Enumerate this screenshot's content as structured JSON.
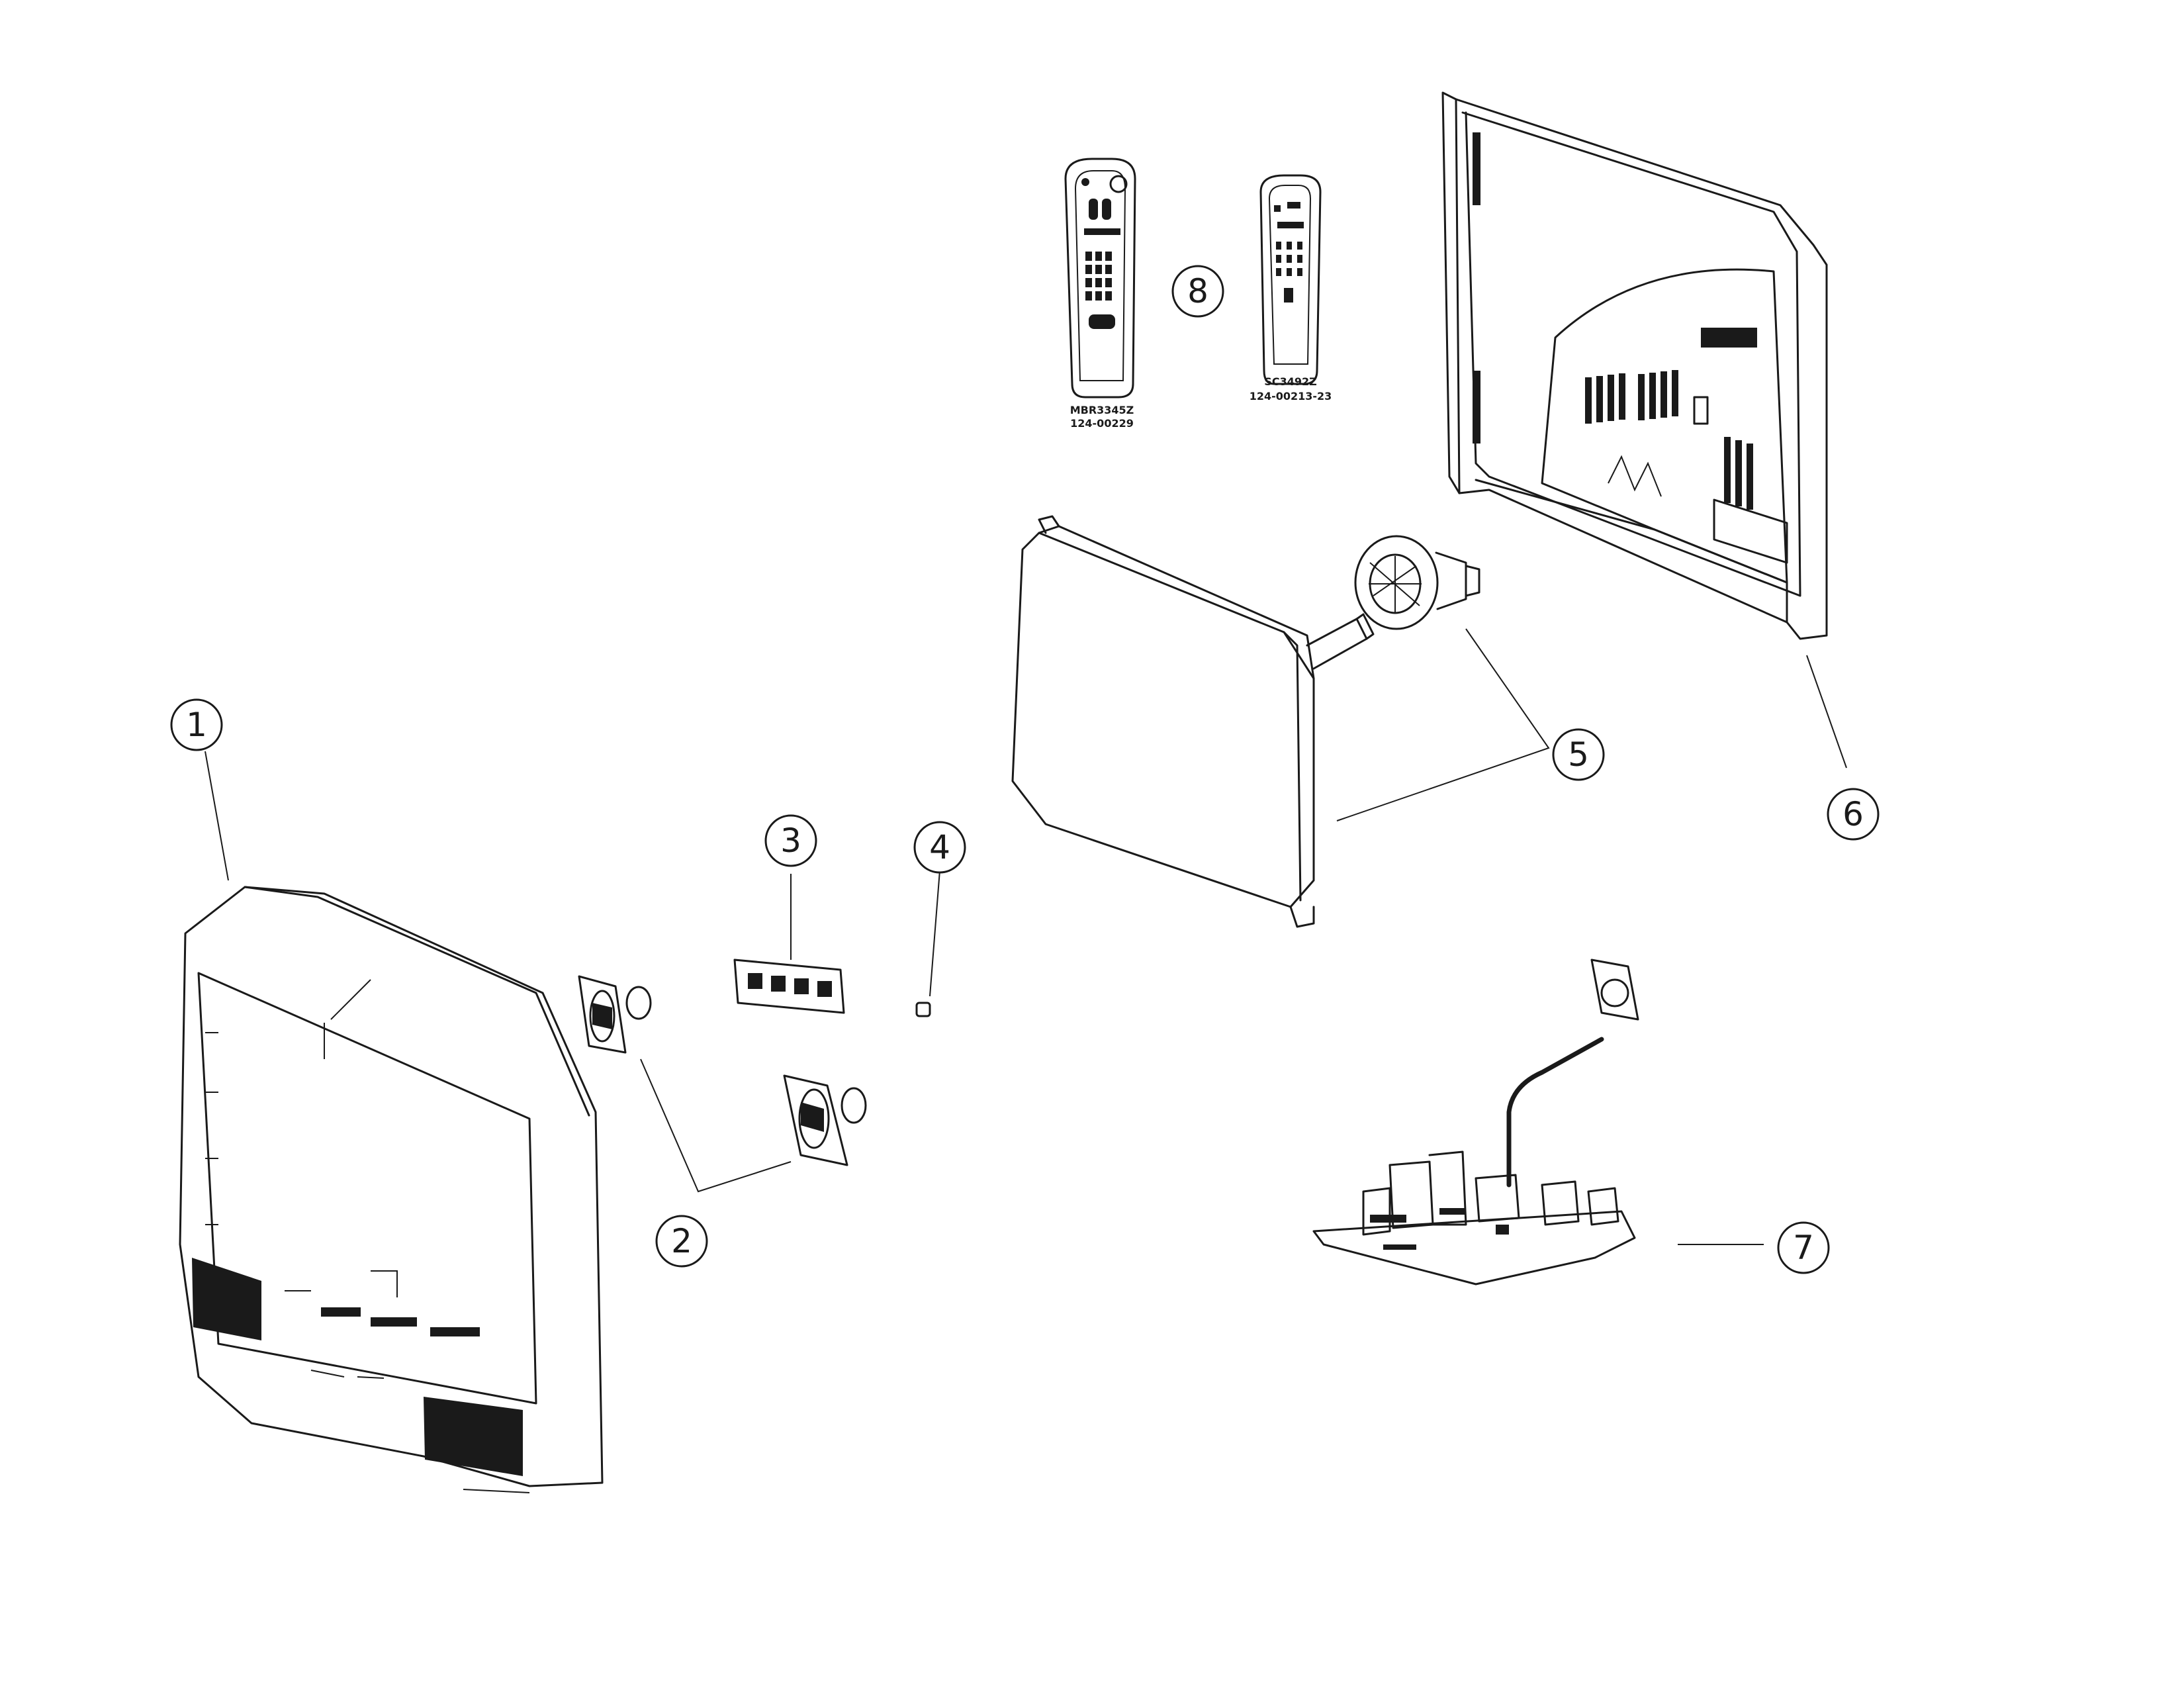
{
  "callouts": [
    {
      "num": "1",
      "part": "front-cabinet"
    },
    {
      "num": "2",
      "part": "speakers"
    },
    {
      "num": "3",
      "part": "control-buttons"
    },
    {
      "num": "4",
      "part": "power-knob"
    },
    {
      "num": "5",
      "part": "picture-tube-and-yoke"
    },
    {
      "num": "6",
      "part": "back-cover"
    },
    {
      "num": "7",
      "part": "main-board"
    },
    {
      "num": "8",
      "part": "remote-controls"
    }
  ],
  "remotes": [
    {
      "model": "MBR3345Z",
      "part_no": "124-00229"
    },
    {
      "model": "SC3492Z",
      "part_no": "124-00213-23"
    }
  ]
}
